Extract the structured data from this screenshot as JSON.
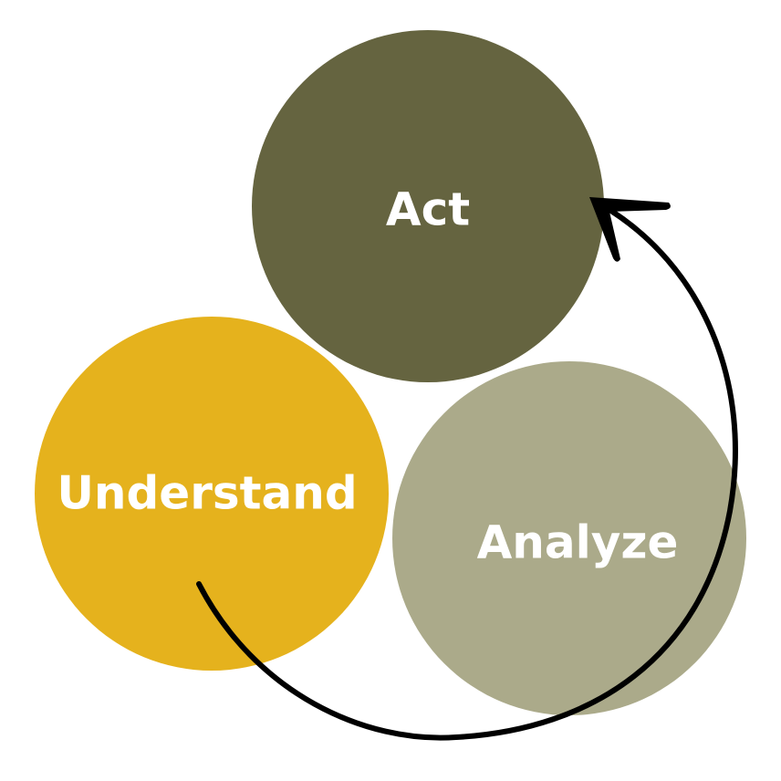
{
  "nodes": [
    {
      "id": "act",
      "label": "Act",
      "color": "#656440"
    },
    {
      "id": "understand",
      "label": "Understand",
      "color": "#E5B21D"
    },
    {
      "id": "analyze",
      "label": "Analyze",
      "color": "#ABAA8A"
    }
  ],
  "arrow": {
    "from": "understand",
    "to": "act",
    "color": "#000000"
  }
}
